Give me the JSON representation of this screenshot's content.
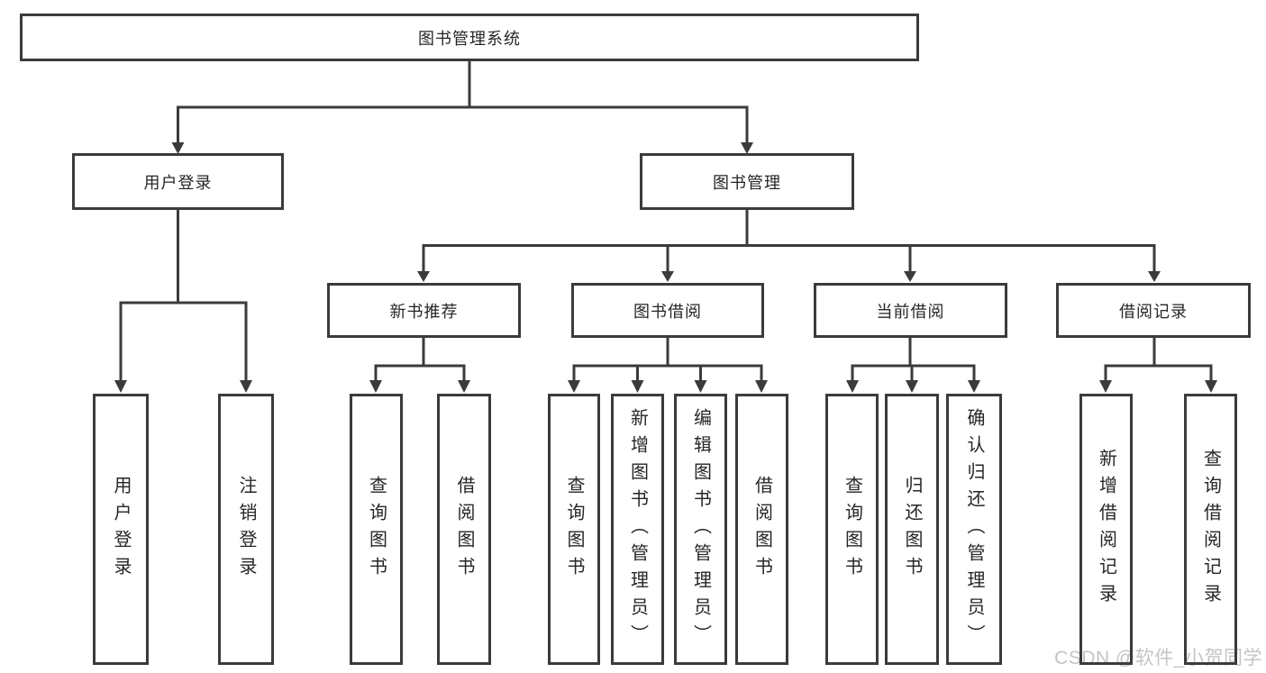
{
  "nodes": {
    "root": "图书管理系统",
    "user_login": "用户登录",
    "book_mgmt": "图书管理",
    "new_book_rec": "新书推荐",
    "book_borrow": "图书借阅",
    "current_borrow": "当前借阅",
    "borrow_record": "借阅记录"
  },
  "leaves": {
    "user_login": [
      "用户登录",
      "注销登录"
    ],
    "new_book_rec": [
      "查询图书",
      "借阅图书"
    ],
    "book_borrow": [
      "查询图书",
      "新增图书（管理员）",
      "编辑图书（管理员）",
      "借阅图书"
    ],
    "current_borrow": [
      "查询图书",
      "归还图书",
      "确认归还（管理员）"
    ],
    "borrow_record": [
      "新增借阅记录",
      "查询借阅记录"
    ]
  },
  "watermark": {
    "text": "CSDN @软件_小贺同学",
    "color": "#c7c3c4"
  },
  "colors": {
    "line": "#3b3b3b",
    "text": "#262626",
    "background": "#ffffff"
  }
}
